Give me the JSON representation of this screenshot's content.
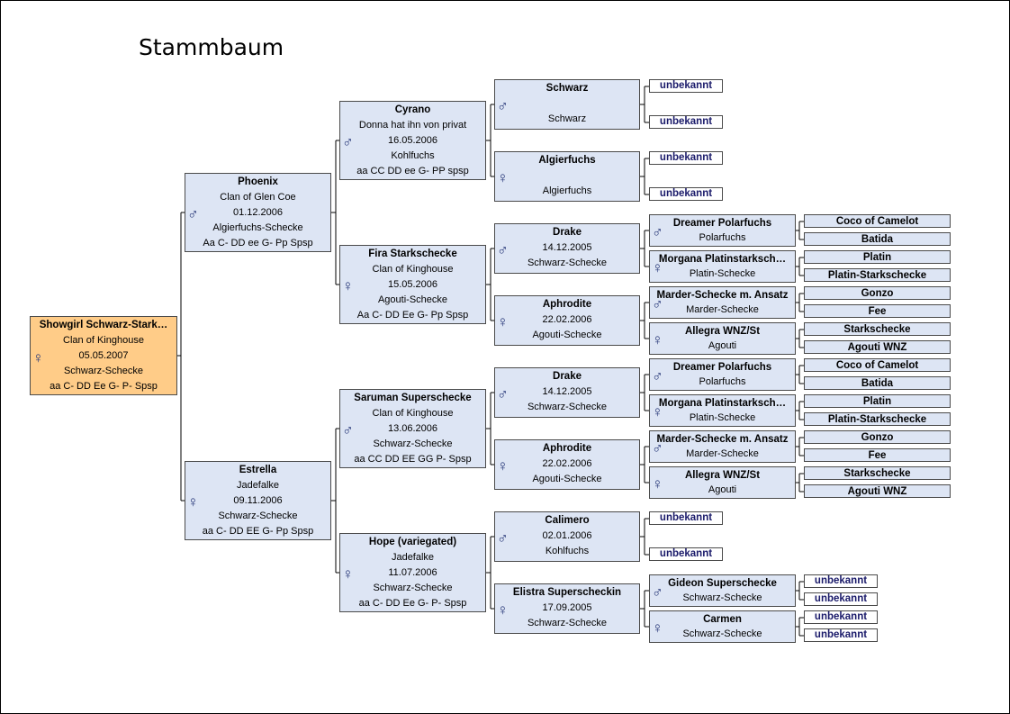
{
  "title": "Stammbaum",
  "main": {
    "name": "Showgirl Schwarz-Stark…",
    "lines": [
      "Clan of Kinghouse",
      "05.05.2007",
      "Schwarz-Schecke",
      "aa C- DD Ee G- P- Spsp"
    ],
    "sex": "female"
  },
  "gen1": [
    {
      "name": "Phoenix",
      "lines": [
        "Clan of Glen Coe",
        "01.12.2006",
        "Algierfuchs-Schecke",
        "Aa C- DD ee G- Pp Spsp"
      ],
      "sex": "male"
    },
    {
      "name": "Estrella",
      "lines": [
        "Jadefalke",
        "09.11.2006",
        "Schwarz-Schecke",
        "aa C- DD EE G- Pp Spsp"
      ],
      "sex": "female"
    }
  ],
  "gen2": [
    {
      "name": "Cyrano",
      "lines": [
        "Donna hat ihn von privat",
        "16.05.2006",
        "Kohlfuchs",
        "aa CC DD ee G- PP spsp"
      ],
      "sex": "male"
    },
    {
      "name": "Fira Starkschecke",
      "lines": [
        "Clan of Kinghouse",
        "15.05.2006",
        "Agouti-Schecke",
        "Aa C- DD Ee G- Pp Spsp"
      ],
      "sex": "female"
    },
    {
      "name": "Saruman Superschecke",
      "lines": [
        "Clan of Kinghouse",
        "13.06.2006",
        "Schwarz-Schecke",
        "aa CC DD EE GG P- Spsp"
      ],
      "sex": "male"
    },
    {
      "name": "Hope (variegated)",
      "lines": [
        "Jadefalke",
        "11.07.2006",
        "Schwarz-Schecke",
        "aa C- DD Ee G- P- Spsp"
      ],
      "sex": "female"
    }
  ],
  "gen3": [
    {
      "name": "Schwarz",
      "lines": [
        "",
        "Schwarz"
      ],
      "sex": "male"
    },
    {
      "name": "Algierfuchs",
      "lines": [
        "",
        "Algierfuchs"
      ],
      "sex": "female"
    },
    {
      "name": "Drake",
      "lines": [
        "14.12.2005",
        "Schwarz-Schecke"
      ],
      "sex": "male"
    },
    {
      "name": "Aphrodite",
      "lines": [
        "22.02.2006",
        "Agouti-Schecke"
      ],
      "sex": "female"
    },
    {
      "name": "Drake",
      "lines": [
        "14.12.2005",
        "Schwarz-Schecke"
      ],
      "sex": "male"
    },
    {
      "name": "Aphrodite",
      "lines": [
        "22.02.2006",
        "Agouti-Schecke"
      ],
      "sex": "female"
    },
    {
      "name": "Calimero",
      "lines": [
        "02.01.2006",
        "Kohlfuchs"
      ],
      "sex": "male"
    },
    {
      "name": "Elistra Superscheckin",
      "lines": [
        "17.09.2005",
        "Schwarz-Schecke"
      ],
      "sex": "female"
    }
  ],
  "gen4": [
    {
      "name": "Dreamer Polarfuchs",
      "lines": [
        "Polarfuchs"
      ],
      "sex": "male"
    },
    {
      "name": "Morgana Platinstarksch…",
      "lines": [
        "Platin-Schecke"
      ],
      "sex": "female"
    },
    {
      "name": "Marder-Schecke m. Ansatz",
      "lines": [
        "Marder-Schecke"
      ],
      "sex": "male"
    },
    {
      "name": "Allegra WNZ/St",
      "lines": [
        "Agouti"
      ],
      "sex": "female"
    },
    {
      "name": "Dreamer Polarfuchs",
      "lines": [
        "Polarfuchs"
      ],
      "sex": "male"
    },
    {
      "name": "Morgana Platinstarksch…",
      "lines": [
        "Platin-Schecke"
      ],
      "sex": "female"
    },
    {
      "name": "Marder-Schecke m. Ansatz",
      "lines": [
        "Marder-Schecke"
      ],
      "sex": "male"
    },
    {
      "name": "Allegra WNZ/St",
      "lines": [
        "Agouti"
      ],
      "sex": "female"
    },
    {
      "name": "Gideon Superschecke",
      "lines": [
        "Schwarz-Schecke"
      ],
      "sex": "male"
    },
    {
      "name": "Carmen",
      "lines": [
        "Schwarz-Schecke"
      ],
      "sex": "female"
    }
  ],
  "gen5": [
    "Coco of Camelot",
    "Batida",
    "Platin",
    "Platin-Starkschecke",
    "Gonzo",
    "Fee",
    "Starkschecke",
    "Agouti WNZ",
    "Coco of Camelot",
    "Batida",
    "Platin",
    "Platin-Starkschecke",
    "Gonzo",
    "Fee",
    "Starkschecke",
    "Agouti WNZ"
  ],
  "unknown_label": "unbekannt",
  "colors": {
    "main_fill": "#ffcc88",
    "card_fill": "#dde5f4",
    "border": "#4a4a4a",
    "unknown_text": "#1a1a6a",
    "symbol": "#2a3a7a"
  },
  "icons": {
    "male": "male-symbol-icon",
    "female": "female-symbol-icon"
  }
}
